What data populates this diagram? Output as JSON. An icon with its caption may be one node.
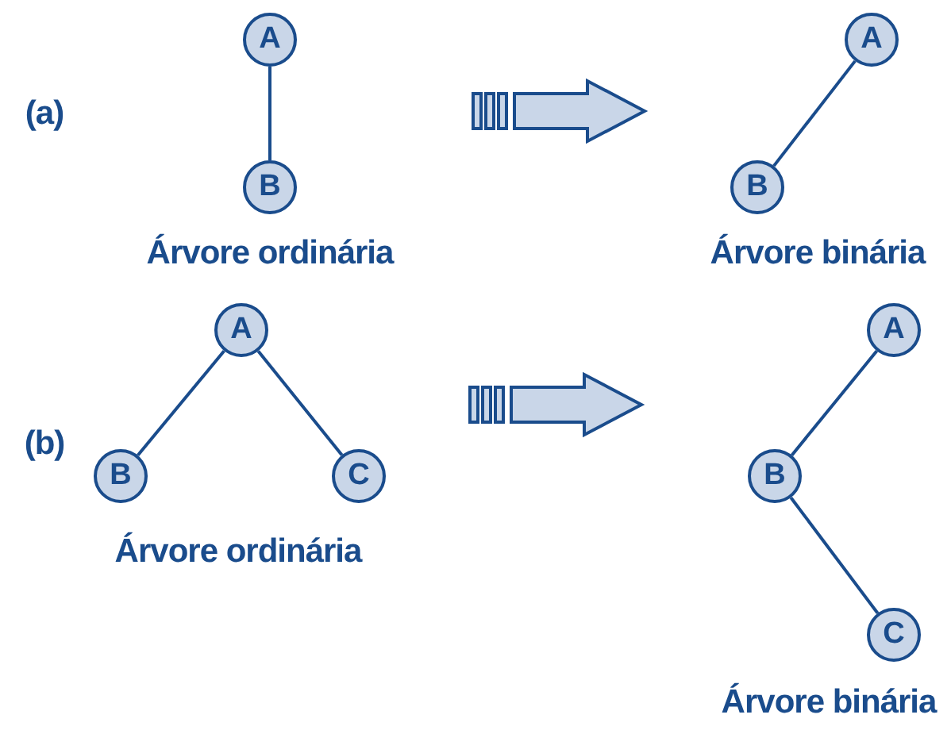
{
  "diagram": {
    "nodes": [
      {
        "text": [
          "A"
        ]
      },
      {
        "text": [
          "B"
        ]
      },
      {
        "text": [
          "A"
        ]
      },
      {
        "text": [
          "B"
        ]
      },
      {
        "text": [
          "A"
        ]
      },
      {
        "text": [
          "B"
        ]
      },
      {
        "text": [
          "C"
        ]
      },
      {
        "text": [
          "A"
        ]
      },
      {
        "text": [
          "B"
        ]
      },
      {
        "text": [
          "C"
        ]
      }
    ],
    "edges": [
      {
        "from": 0,
        "to": 1,
        "arrow": "none"
      },
      {
        "from": 2,
        "to": 3,
        "arrow": "none"
      },
      {
        "from": 4,
        "to": 5,
        "arrow": "none"
      },
      {
        "from": 4,
        "to": 6,
        "arrow": "none"
      },
      {
        "from": 7,
        "to": 8,
        "arrow": "none"
      },
      {
        "from": 8,
        "to": 9,
        "arrow": "none"
      }
    ],
    "labels": [
      "(a)",
      "Árvore ordinária",
      "Árvore binária",
      "(b)",
      "Árvore ordinária",
      "Árvore binária"
    ]
  }
}
